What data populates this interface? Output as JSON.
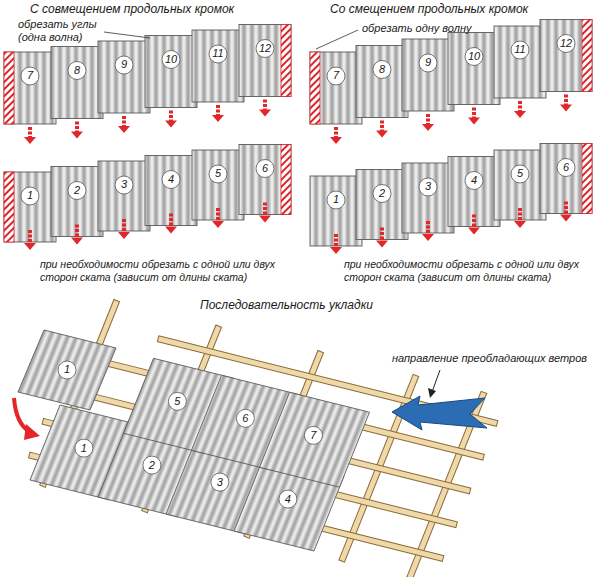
{
  "diagram": {
    "labels": [
      "С совмещением продольных кромок",
      "обрезать углы (одна волна)",
      "7",
      "8",
      "9",
      "10",
      "11",
      "12",
      "1",
      "2",
      "3",
      "4",
      "5",
      "6",
      "при необходимости обрезать с одной или двух сторон ската (зависит от длины ската)",
      "Со смещением продольных кромок",
      "обрезать одну волну",
      "7",
      "8",
      "9",
      "10",
      "11",
      "12",
      "1",
      "2",
      "3",
      "4",
      "5",
      "6",
      "при необходимости обрезать с одной или двух сторон ската (зависит от длины ската)",
      "Последовательность укладки",
      "1",
      "5",
      "6",
      "7",
      "1",
      "2",
      "3",
      "4",
      "направление преобладающих ветров"
    ]
  }
}
